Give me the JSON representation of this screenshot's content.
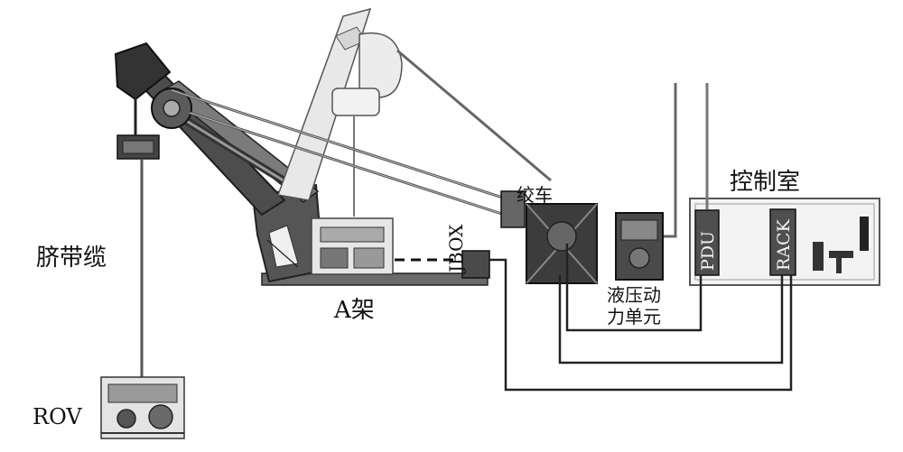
{
  "labels": {
    "umbilical": "脐带缆",
    "rov": "ROV",
    "a_frame": "A架",
    "jbox": "JBOX",
    "winch": "绞车",
    "hpu_line1": "液压动",
    "hpu_line2": "力单元",
    "control_room": "控制室",
    "pdu": "PDU",
    "rack": "RACK"
  }
}
